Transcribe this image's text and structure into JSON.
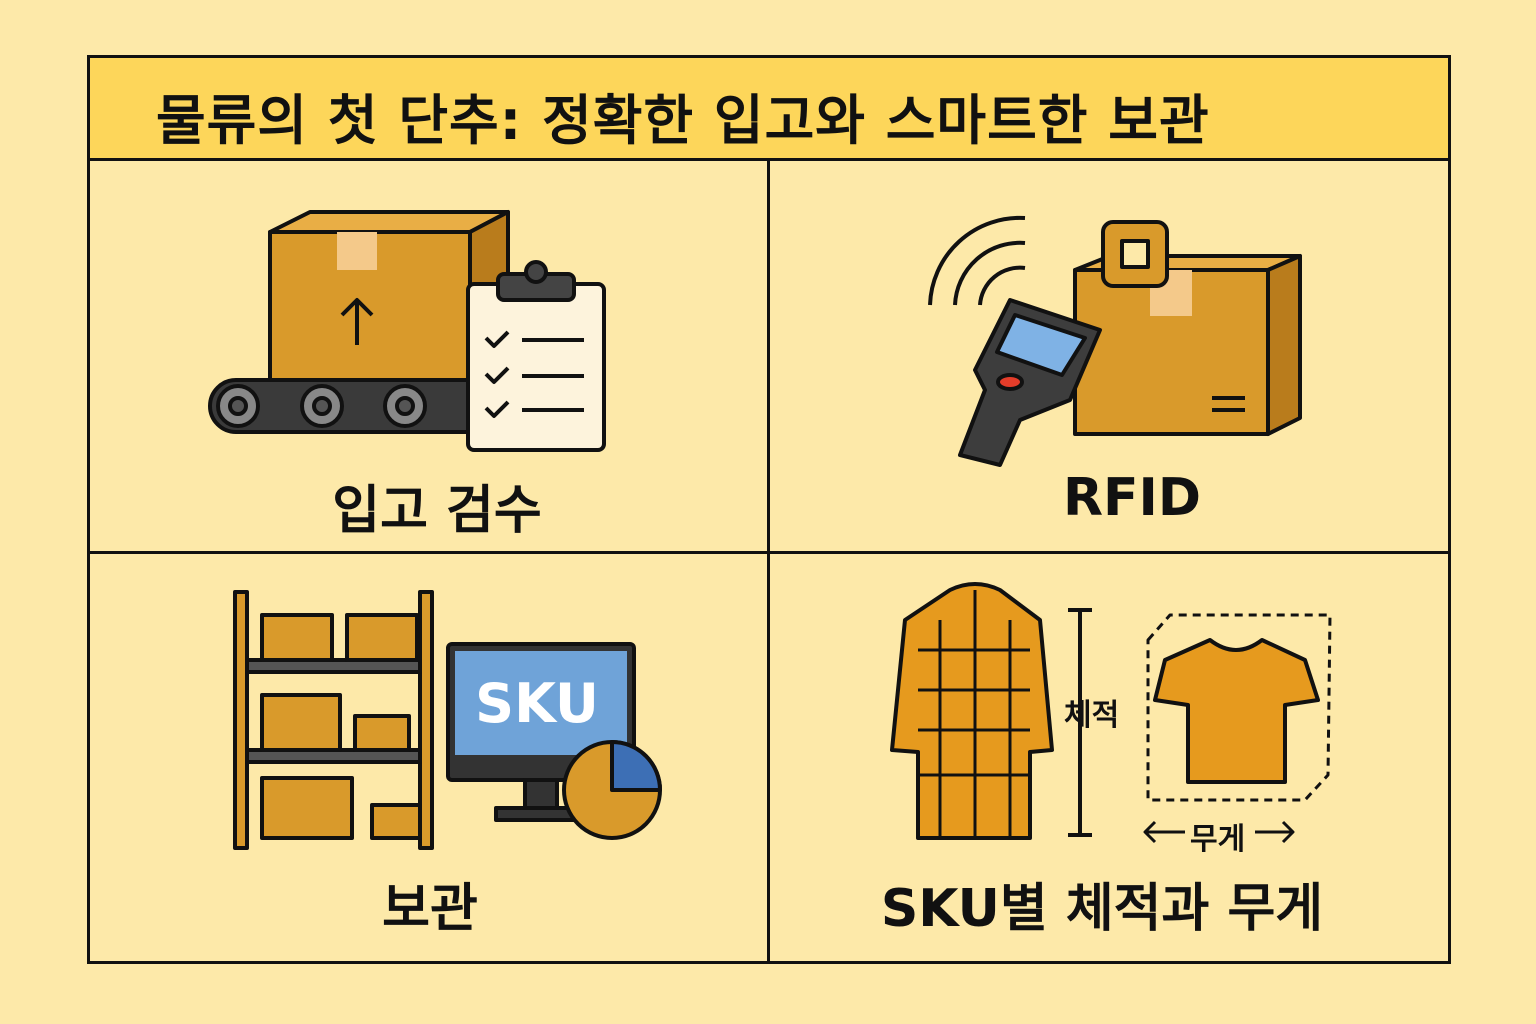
{
  "title": "물류의 첫 단추: 정확한 입고와 스마트한 보관",
  "panels": [
    {
      "label": "입고 검수"
    },
    {
      "label": "RFID"
    },
    {
      "label": "보관",
      "screen_text": "SKU"
    },
    {
      "label": "SKU별 체적과 무게",
      "height_label": "체적",
      "width_label": "무게"
    }
  ],
  "colors": {
    "background": "#fde9a9",
    "title_bar": "#fdd65a",
    "box": "#d99a2b",
    "screen": "#6fa3d8"
  }
}
